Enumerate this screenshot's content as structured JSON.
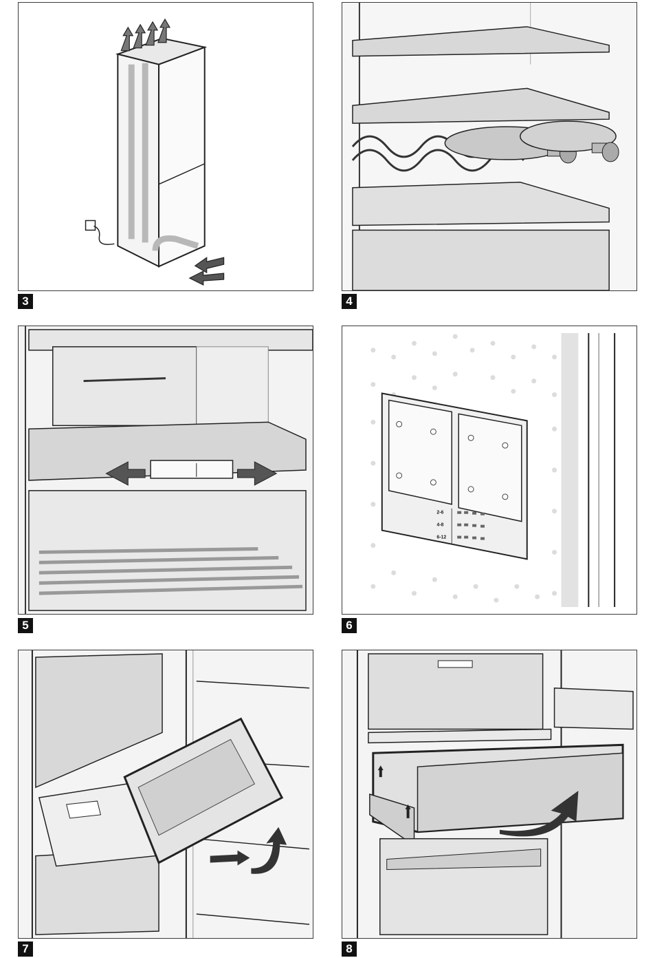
{
  "figures": [
    {
      "number": "3"
    },
    {
      "number": "4"
    },
    {
      "number": "5"
    },
    {
      "number": "6"
    },
    {
      "number": "7"
    },
    {
      "number": "8"
    }
  ],
  "storage_guide": {
    "rows": [
      "2-6",
      "4-8",
      "6-12"
    ]
  }
}
